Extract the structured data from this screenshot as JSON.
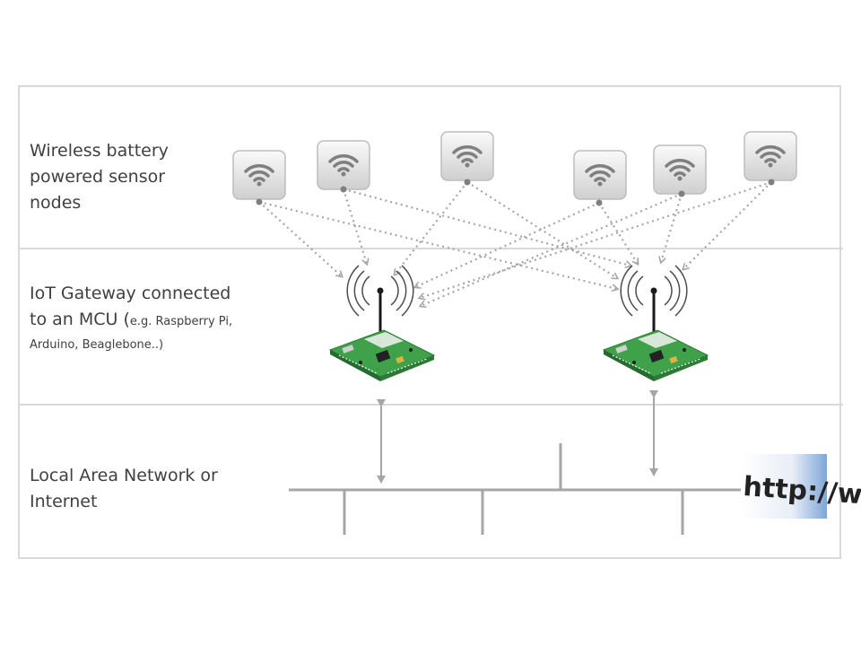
{
  "rows": {
    "sensors": {
      "line1": "Wireless battery",
      "line2": "powered sensor",
      "line3": "nodes"
    },
    "gateway": {
      "line1": "IoT Gateway connected",
      "line2_main": "to an MCU (",
      "line2_small": "e.g. Raspberry Pi,",
      "line3_small": "Arduino, Beaglebone..)"
    },
    "network": {
      "line1": "Local Area Network or",
      "line2": "Internet"
    }
  },
  "url_banner": {
    "text": "http://www"
  },
  "icons": {
    "sensor": "wifi-icon",
    "gateway_antenna": "antenna-icon",
    "gateway_board": "circuit-board-icon"
  },
  "colors": {
    "border": "#d9d9d9",
    "line": "#a6a6a6",
    "board": "#3fa24a",
    "label_text": "#404040"
  }
}
